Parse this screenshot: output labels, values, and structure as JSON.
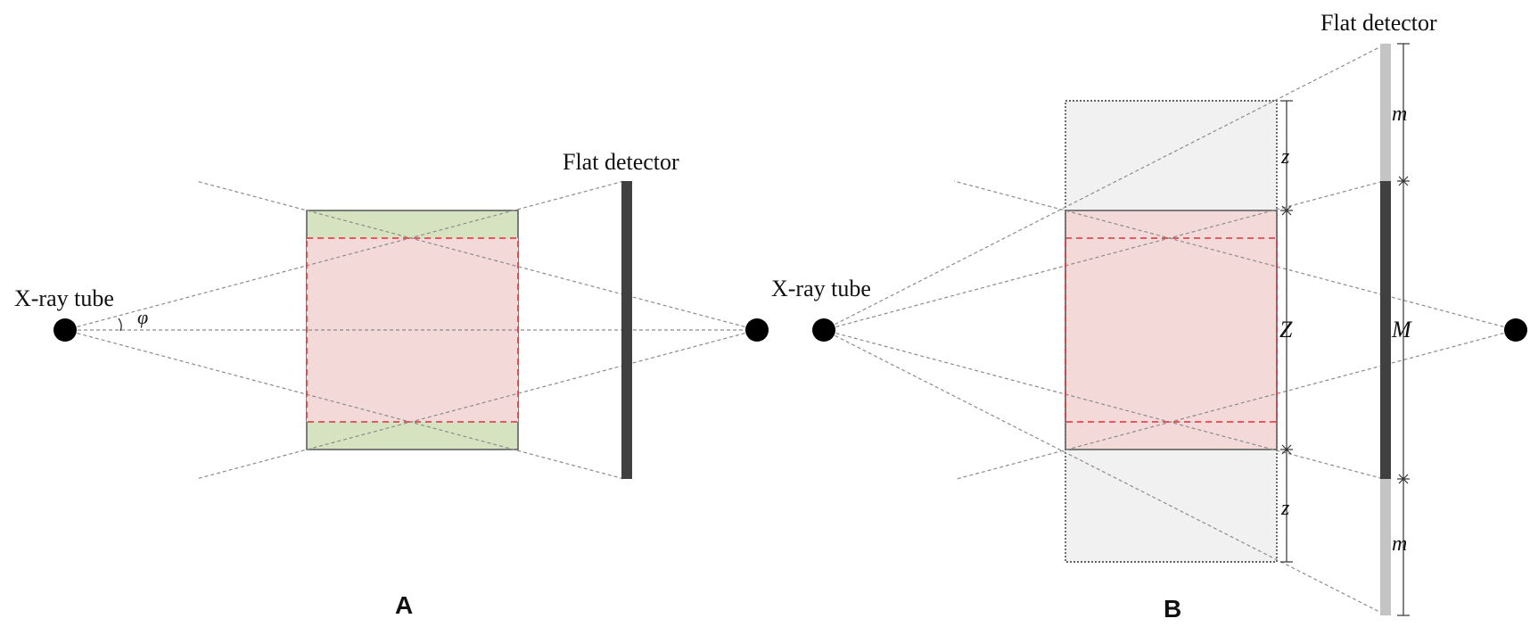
{
  "panel_a": {
    "label": "A",
    "source_label": "X-ray tube",
    "detector_label": "Flat detector",
    "angle_label": "φ"
  },
  "panel_b": {
    "label": "B",
    "source_label": "X-ray tube",
    "detector_label": "Flat detector",
    "dim_small_top": "z",
    "dim_large": "Z",
    "dim_small_bottom": "z",
    "det_small_top": "m",
    "det_large": "M",
    "det_small_bottom": "m"
  },
  "colors": {
    "object_fill": "#d6e3c0",
    "reconstruction_fill": "#f4d9d9",
    "reconstruction_border": "#e0313b",
    "extension_fill": "#f1f1f1",
    "detector": "#404040",
    "detector_extension": "#c4c4c4",
    "source": "#000000"
  }
}
